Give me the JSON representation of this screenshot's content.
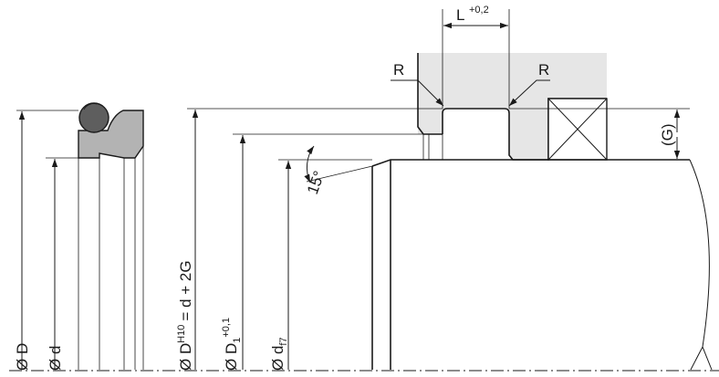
{
  "labels": {
    "L": "L",
    "L_tol": "+0,2",
    "R_left": "R",
    "R_right": "R",
    "G": "(G)",
    "angle": "15°",
    "D": "Ø D",
    "d": "Ø d",
    "DH10_main": "Ø D",
    "DH10_sup": "H10",
    "DH10_rest": "= d + 2G",
    "D1_main": "Ø D",
    "D1_sub": "1",
    "D1_sup": "+0,1",
    "df7_main": "Ø d",
    "df7_sub": "f7"
  },
  "colors": {
    "seal_fill": "#b3b3b3",
    "oring_fill": "#5e5e5e",
    "housing_fill": "#e6e6e6",
    "line": "#1a1a1a"
  }
}
